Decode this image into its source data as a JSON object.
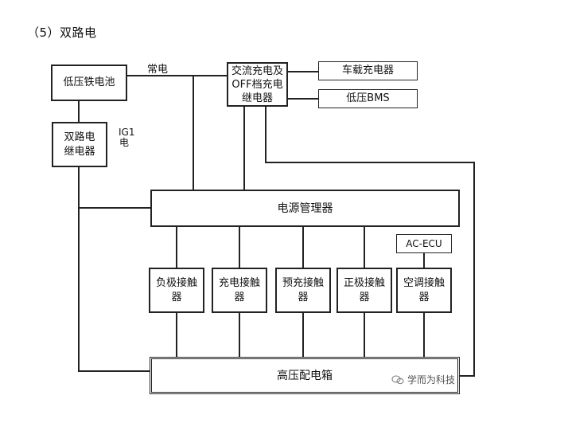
{
  "heading": "（5）双路电",
  "nodes": {
    "lv_battery": "低压铁电池",
    "dual_relay": "双路电\n继电器",
    "ac_charge_relay": "交流充电及\nOFF档充电\n继电器",
    "onboard_charger": "车载充电器",
    "lv_bms": "低压BMS",
    "power_manager": "电源管理器",
    "ac_ecu": "AC-ECU",
    "neg_contactor": "负极接触\n器",
    "charge_contactor": "充电接触\n器",
    "precharge_contactor": "预充接触\n器",
    "pos_contactor": "正极接触\n器",
    "ac_contactor": "空调接触\n器",
    "hv_box": "高压配电箱"
  },
  "labels": {
    "constant_power": "常电",
    "ig1": "IG1电"
  },
  "watermark": {
    "text": "学而为科技",
    "icon": "wechat-icon"
  }
}
